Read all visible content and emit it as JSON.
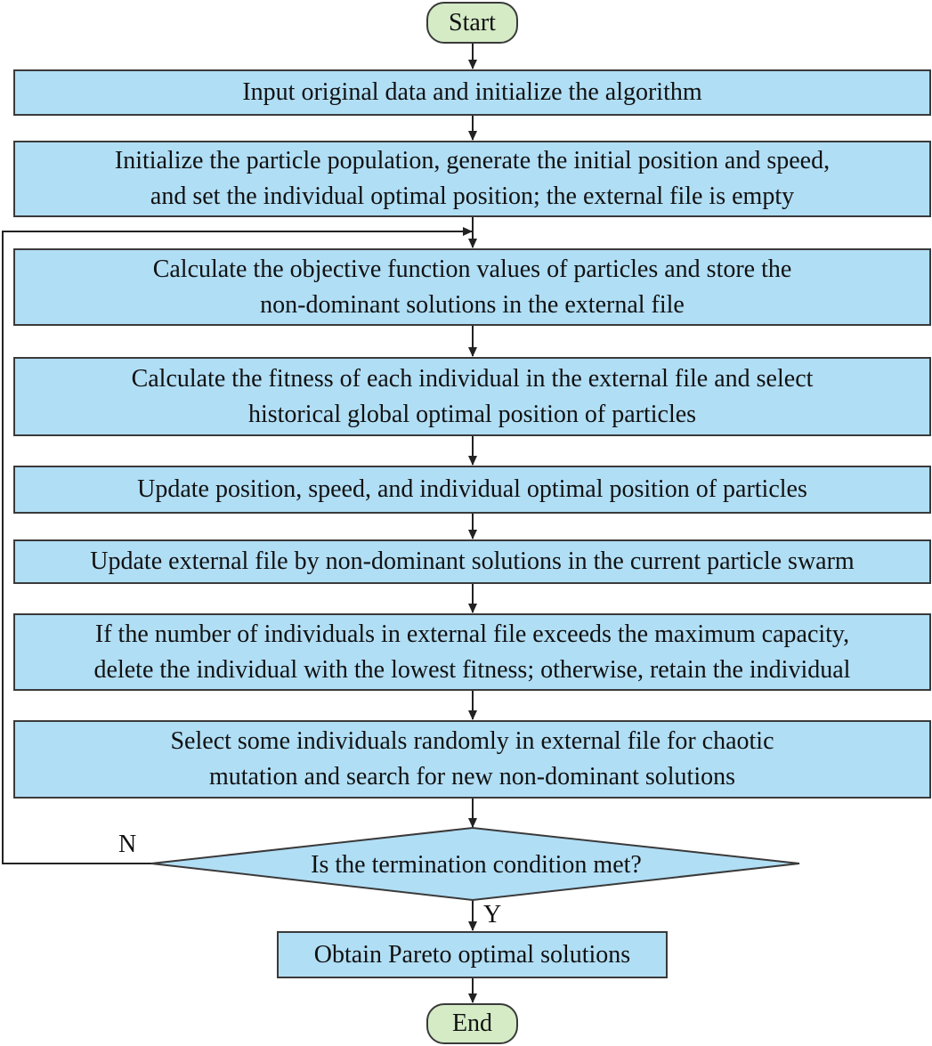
{
  "diagram": {
    "start": "Start",
    "end": "End",
    "steps": [
      {
        "lines": [
          "Input original data and initialize the algorithm"
        ]
      },
      {
        "lines": [
          "Initialize the particle population, generate the initial position and speed,",
          "and set the individual optimal position; the external file is empty"
        ]
      },
      {
        "lines": [
          "Calculate the objective function values of particles and store the",
          "non-dominant solutions in the external file"
        ]
      },
      {
        "lines": [
          "Calculate the fitness of each individual in the external file and select",
          "historical global optimal position of particles"
        ]
      },
      {
        "lines": [
          "Update position, speed, and individual optimal position of particles"
        ]
      },
      {
        "lines": [
          "Update external file by non-dominant solutions in the current particle swarm"
        ]
      },
      {
        "lines": [
          "If the number of individuals in external file exceeds the maximum capacity,",
          "delete the individual with the lowest fitness; otherwise, retain the individual"
        ]
      },
      {
        "lines": [
          "Select some individuals randomly in external file for chaotic",
          "mutation and search for new non-dominant solutions"
        ]
      }
    ],
    "decision": "Is the termination condition met?",
    "no_label": "N",
    "yes_label": "Y",
    "result": "Obtain Pareto optimal solutions"
  },
  "colors": {
    "process_fill": "#b0def5",
    "terminal_fill": "#d4ebc6",
    "stroke": "#3a3a3a"
  }
}
